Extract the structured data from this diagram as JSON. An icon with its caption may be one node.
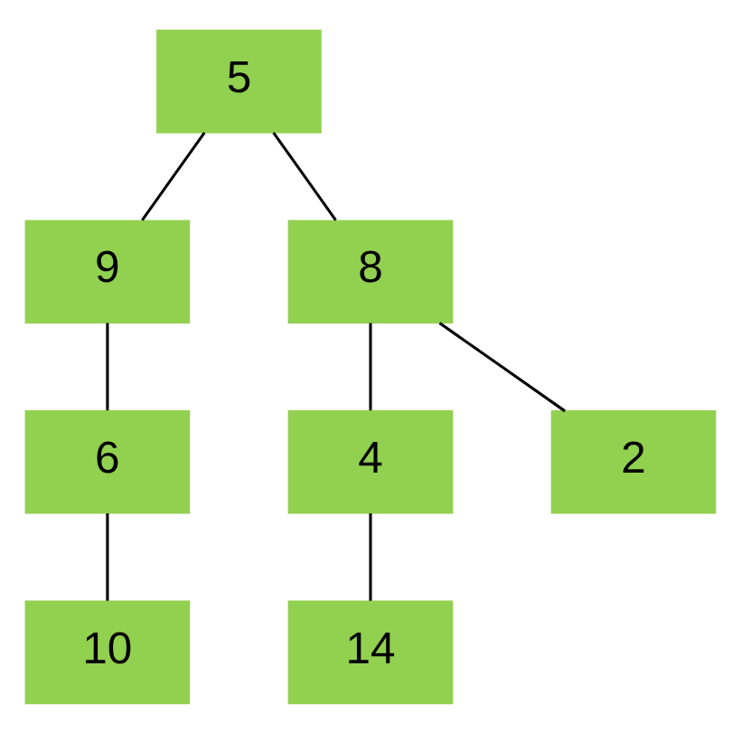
{
  "diagram": {
    "nodes": [
      {
        "text": [
          "5"
        ]
      },
      {
        "text": [
          "9"
        ]
      },
      {
        "text": [
          "8"
        ]
      },
      {
        "text": [
          "6"
        ]
      },
      {
        "text": [
          "4"
        ]
      },
      {
        "text": [
          "2"
        ]
      },
      {
        "text": [
          "10"
        ]
      },
      {
        "text": [
          "14"
        ]
      }
    ],
    "edges": [
      {
        "from": 0,
        "to": 1,
        "arrow": "none"
      },
      {
        "from": 0,
        "to": 2,
        "arrow": "none"
      },
      {
        "from": 1,
        "to": 3,
        "arrow": "none"
      },
      {
        "from": 2,
        "to": 4,
        "arrow": "none"
      },
      {
        "from": 2,
        "to": 5,
        "arrow": "none"
      },
      {
        "from": 3,
        "to": 6,
        "arrow": "none"
      },
      {
        "from": 4,
        "to": 7,
        "arrow": "none"
      }
    ]
  }
}
